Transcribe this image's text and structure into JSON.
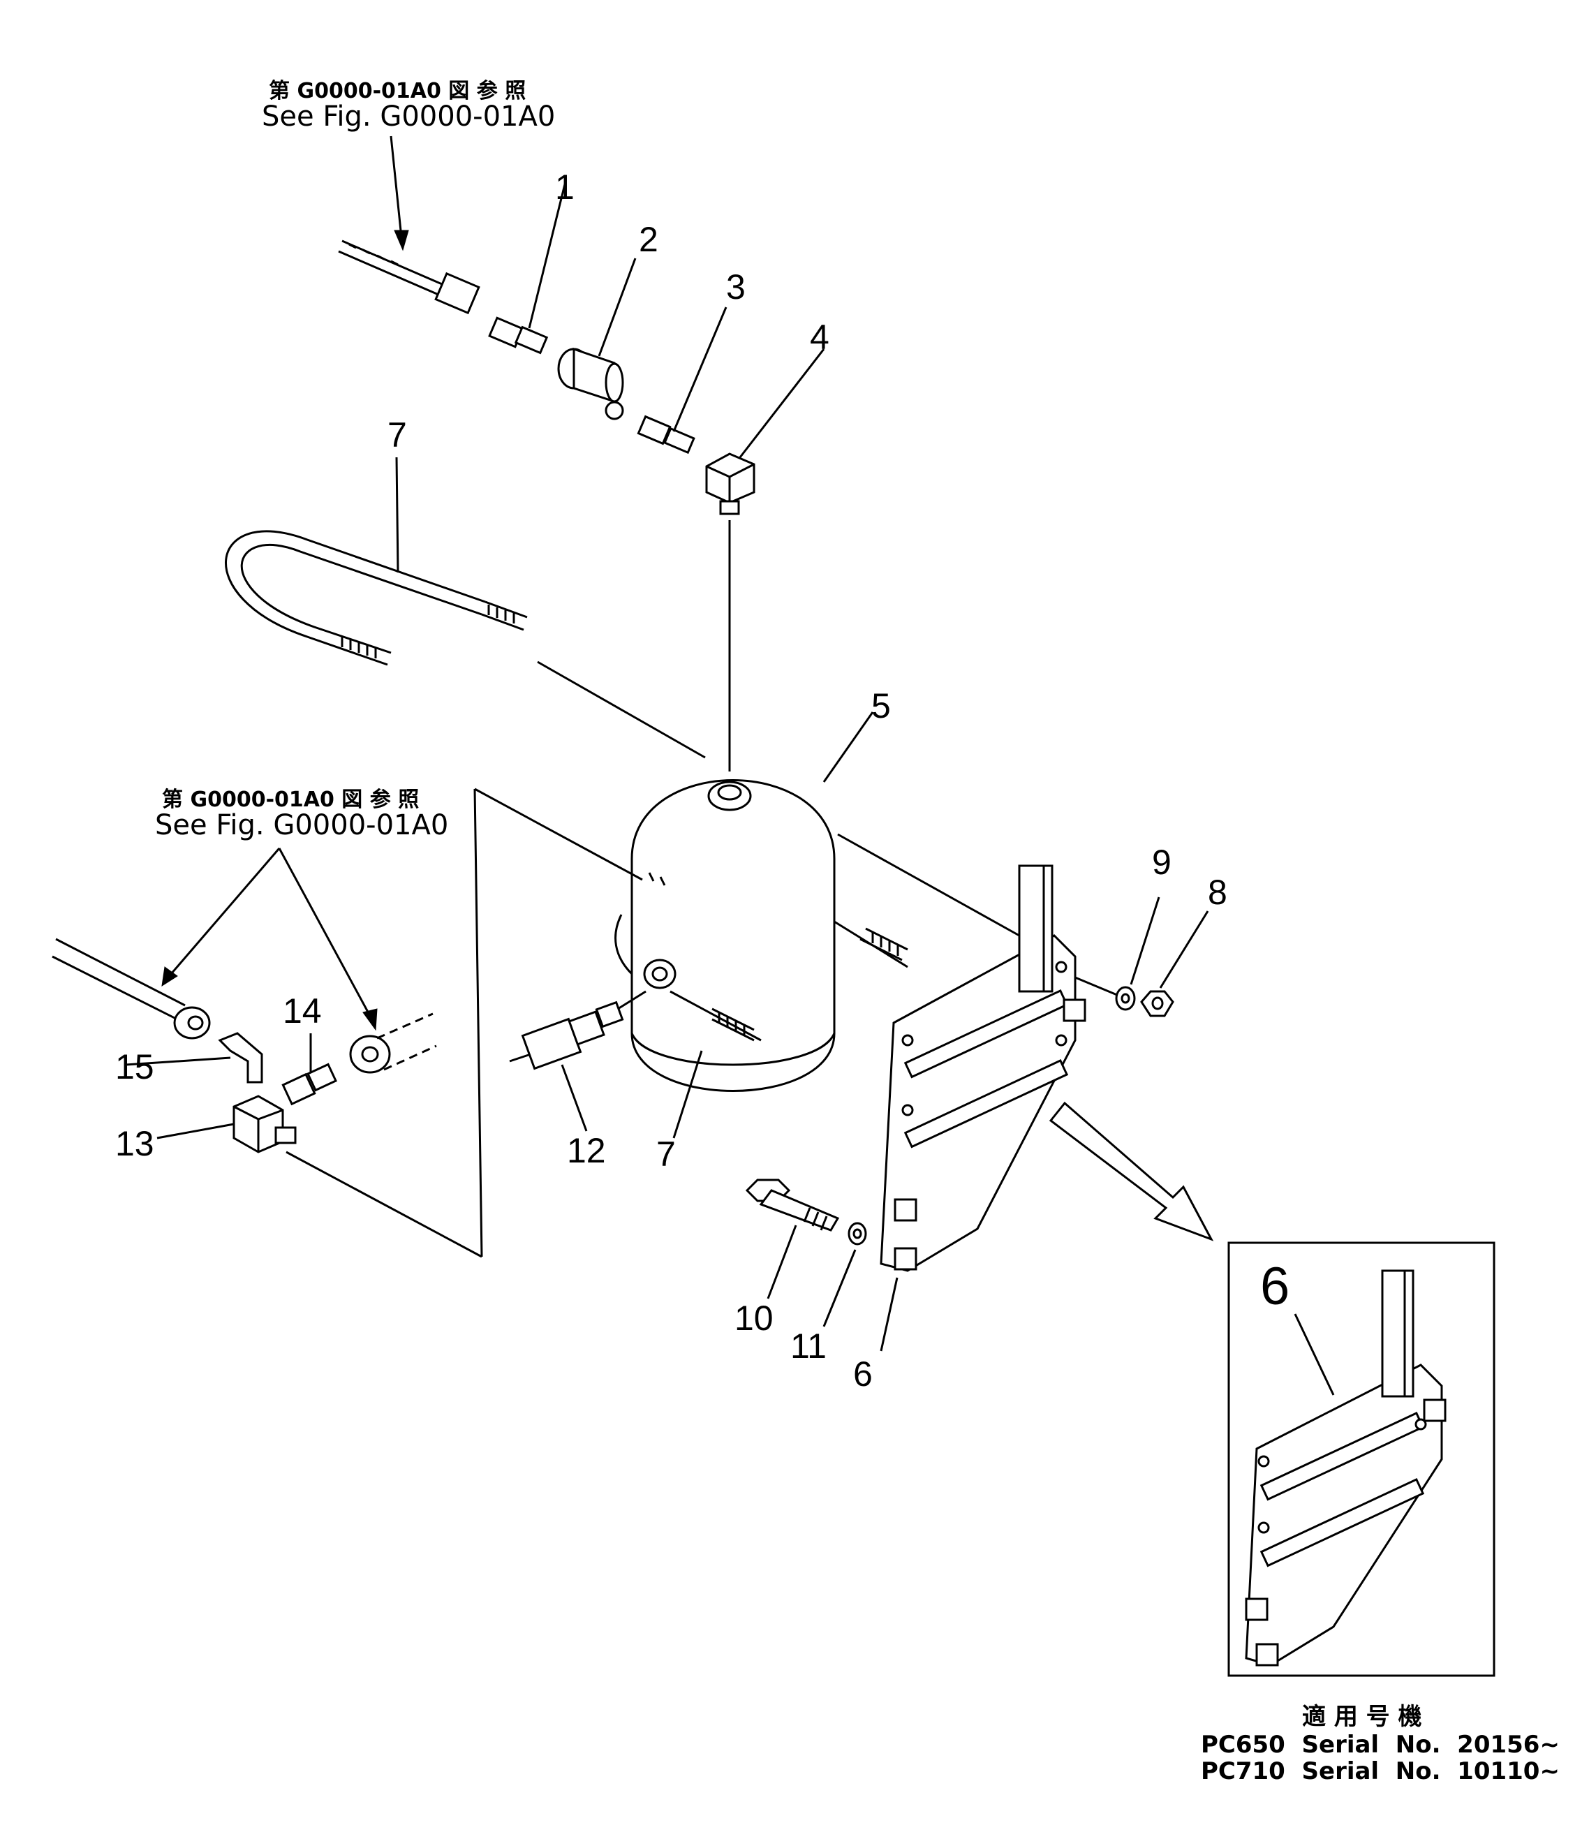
{
  "references": {
    "top": {
      "jp": "第 G0000-01A0 図 参 照",
      "en": "See Fig. G0000-01A0"
    },
    "left": {
      "jp": "第 G0000-01A0 図 参 照",
      "en": "See Fig. G0000-01A0"
    }
  },
  "callouts": {
    "c1": "1",
    "c2": "2",
    "c3": "3",
    "c4": "4",
    "c5": "5",
    "c6": "6",
    "c7a": "7",
    "c7b": "7",
    "c8": "8",
    "c9": "9",
    "c10": "10",
    "c11": "11",
    "c12": "12",
    "c13": "13",
    "c14": "14",
    "c15": "15",
    "c6_inset": "6"
  },
  "serials": {
    "heading": "適 用 号 機",
    "rows": [
      "PC650  Serial  No.  20156~",
      "PC710  Serial  No.  10110~"
    ]
  }
}
